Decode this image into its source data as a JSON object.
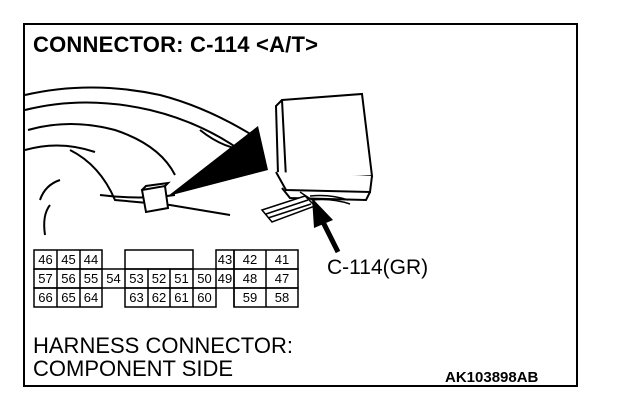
{
  "title": "CONNECTOR: C-114 <A/T>",
  "callout": "C-114(GR)",
  "caption": {
    "line1": "HARNESS CONNECTOR:",
    "line2": "COMPONENT SIDE"
  },
  "figure_code": "AK103898AB",
  "connector_pins": {
    "row1": [
      "46",
      "45",
      "44",
      "43",
      "42",
      "41"
    ],
    "row2": [
      "57",
      "56",
      "55",
      "54",
      "53",
      "52",
      "51",
      "50",
      "49",
      "48",
      "47"
    ],
    "row3": [
      "66",
      "65",
      "64",
      "63",
      "62",
      "61",
      "60",
      "59",
      "58"
    ]
  }
}
